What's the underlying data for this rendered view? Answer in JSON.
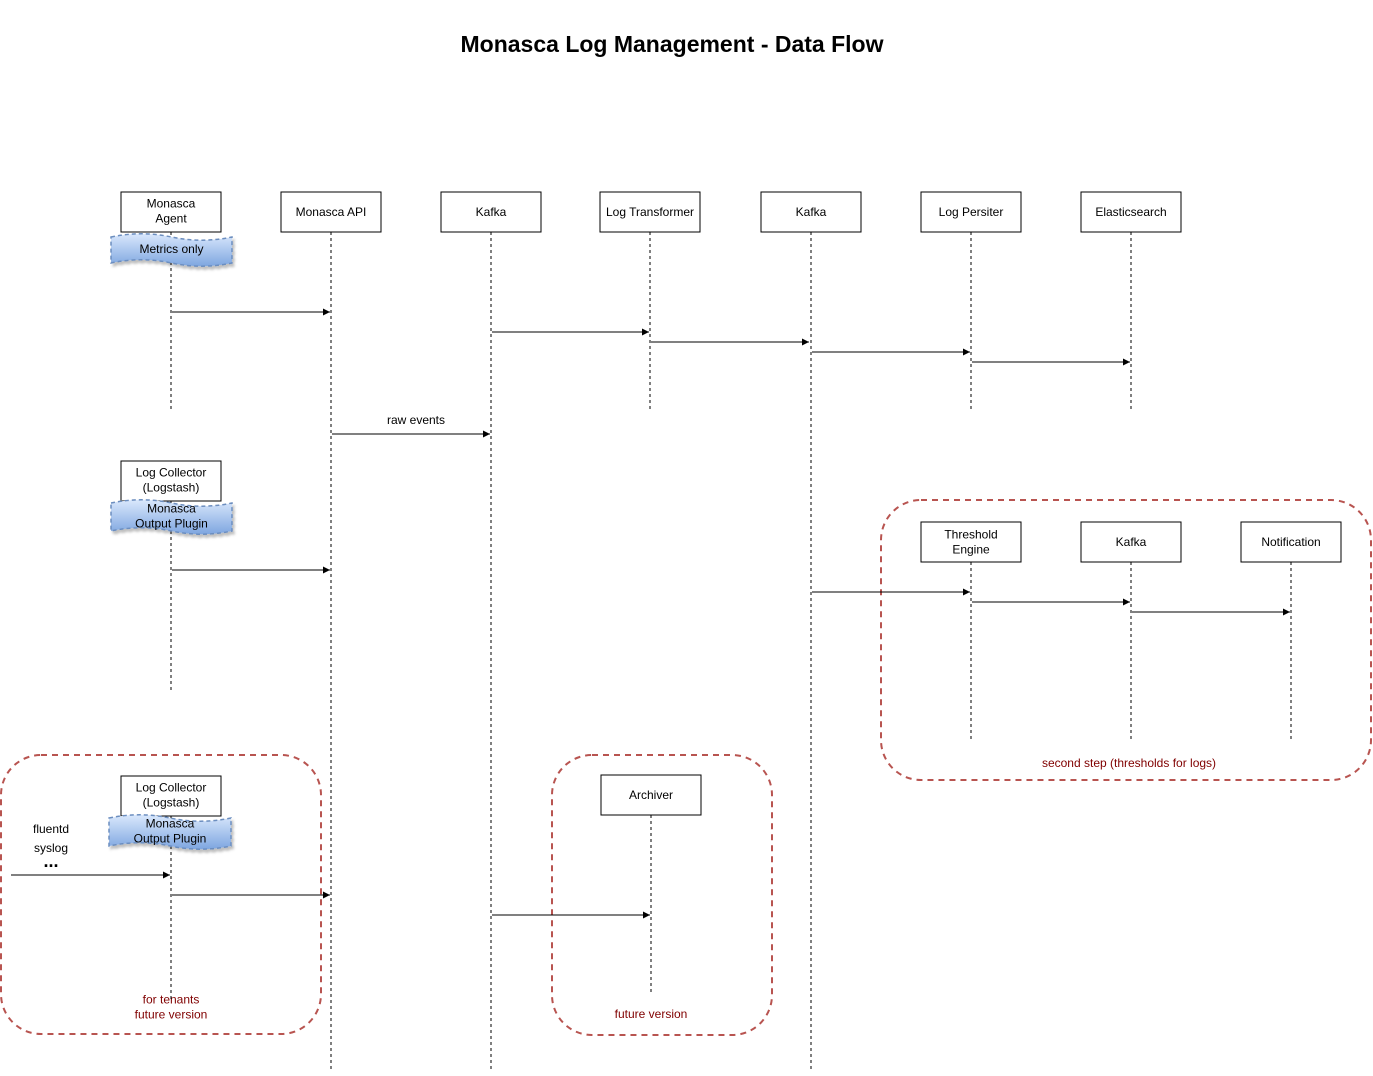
{
  "title": "Monasca Log Management - Data Flow",
  "colors": {
    "frame": "#b85450",
    "frame_label": "#800000",
    "tape_top": "#dae8fc",
    "tape_bottom": "#7ea6e0",
    "tape_border": "#6c8ebf"
  },
  "participants": {
    "agent": [
      "Monasca",
      "Agent"
    ],
    "api": [
      "Monasca API"
    ],
    "kafka1": [
      "Kafka"
    ],
    "transformer": [
      "Log Transformer"
    ],
    "kafka2": [
      "Kafka"
    ],
    "persister": [
      "Log Persiter"
    ],
    "elastic": [
      "Elasticsearch"
    ],
    "collector1": [
      "Log Collector",
      "(Logstash)"
    ],
    "threshold": [
      "Threshold",
      "Engine"
    ],
    "kafka3": [
      "Kafka"
    ],
    "notification": [
      "Notification"
    ],
    "collector2": [
      "Log Collector",
      "(Logstash)"
    ],
    "archiver": [
      "Archiver"
    ]
  },
  "tapes": {
    "metrics": [
      "Metrics only"
    ],
    "plugin1": [
      "Monasca",
      "Output Plugin"
    ],
    "plugin2": [
      "Monasca",
      "Output Plugin"
    ]
  },
  "messages": {
    "raw_events": "raw events"
  },
  "sources": {
    "fluentd": "fluentd",
    "syslog": "syslog",
    "more": "..."
  },
  "frames": {
    "second_step": [
      "second step (thresholds for logs)"
    ],
    "tenants": [
      "for tenants",
      "future version"
    ],
    "archiver": [
      "future version"
    ]
  }
}
